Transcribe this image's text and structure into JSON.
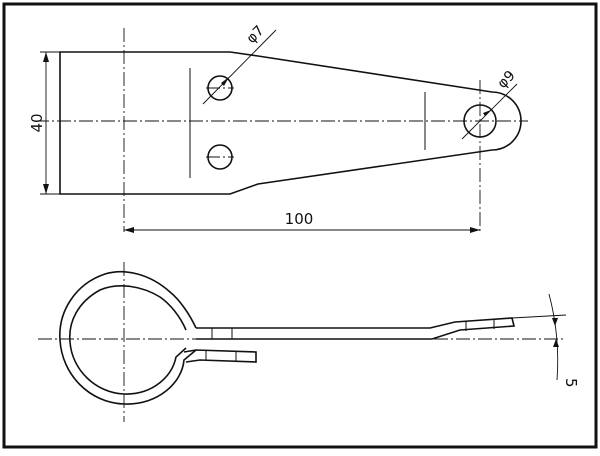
{
  "drawing": {
    "dimensions": {
      "width_40": "40",
      "length_100": "100",
      "hole_small": "φ7",
      "hole_large": "φ9",
      "angle": "5"
    }
  }
}
